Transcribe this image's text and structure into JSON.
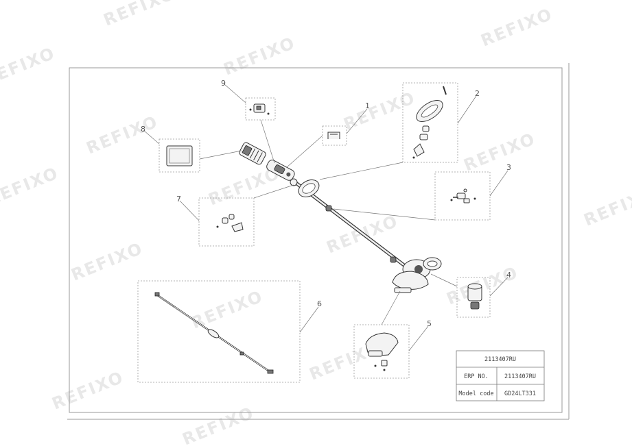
{
  "watermark": "REFIXO",
  "callouts": [
    "1",
    "2",
    "3",
    "4",
    "5",
    "6",
    "7",
    "8",
    "9"
  ],
  "title_block": {
    "header": "2113407RU",
    "rows": [
      {
        "label": "ERP NO.",
        "value": "2113407RU"
      },
      {
        "label": "Model code",
        "value": "GD24LT331"
      }
    ]
  }
}
